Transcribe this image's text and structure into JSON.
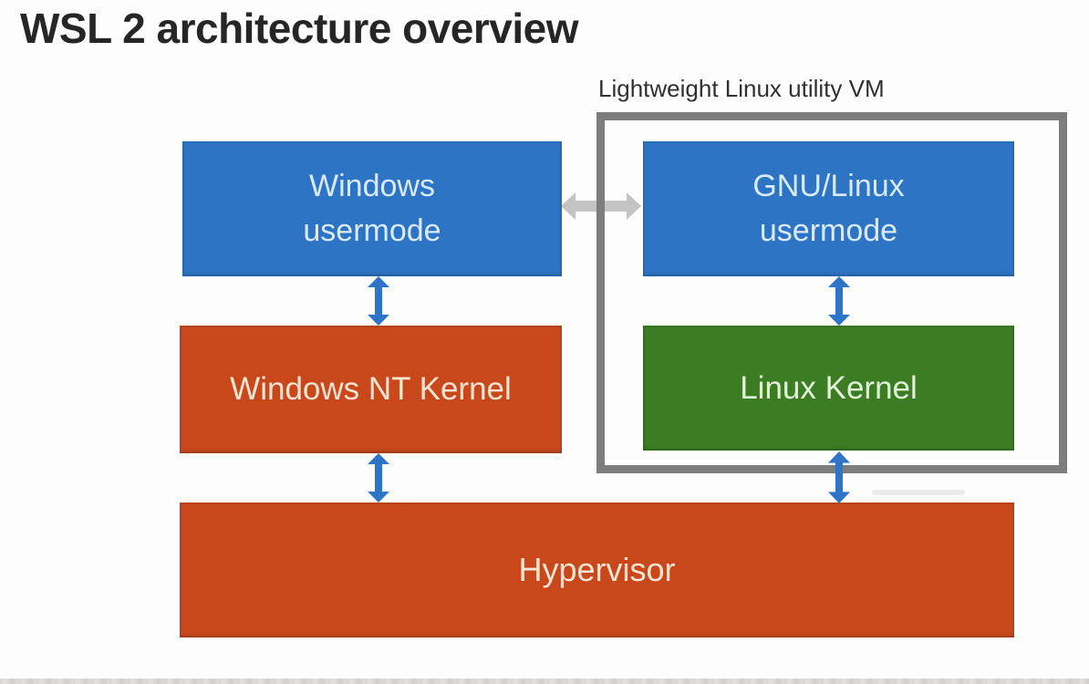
{
  "title": "WSL 2 architecture overview",
  "vm_group": {
    "label": "Lightweight Linux utility VM"
  },
  "boxes": {
    "windows_usermode": {
      "label": "Windows\nusermode"
    },
    "gnu_linux_usermode": {
      "label": "GNU/Linux\nusermode"
    },
    "windows_nt_kernel": {
      "label": "Windows NT Kernel"
    },
    "linux_kernel": {
      "label": "Linux Kernel"
    },
    "hypervisor": {
      "label": "Hypervisor"
    }
  },
  "icons": {
    "vertical_double_arrow": "↕",
    "horizontal_double_arrow": "↔"
  },
  "colors": {
    "background": "#fdfdfd",
    "title_text": "#262626",
    "label_text": "#303030",
    "blue": "#2e74c5",
    "blue_text": "#d8eafc",
    "orange": "#c8481c",
    "orange_text": "#f6e4d3",
    "green": "#3c7d23",
    "green_text": "#e2f1da",
    "border_gray": "#7d7d7d",
    "arrow_blue": "#2e74c8",
    "arrow_gray": "#c3c3c3"
  }
}
